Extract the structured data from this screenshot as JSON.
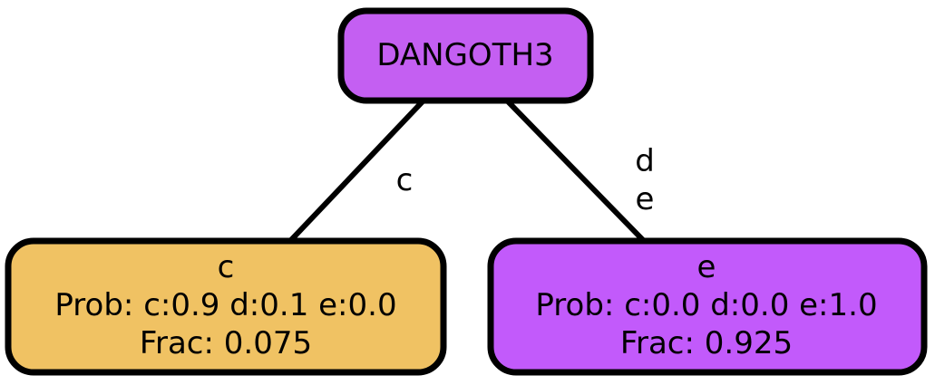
{
  "root": {
    "label": "DANGOTH3",
    "color": "#c45ff2"
  },
  "left_node": {
    "lines": [
      "c",
      "Prob: c:0.9 d:0.1 e:0.0",
      "Frac: 0.075"
    ],
    "color": "#f0c263"
  },
  "right_node": {
    "lines": [
      "e",
      "Prob: c:0.0 d:0.0 e:1.0",
      "Frac: 0.925"
    ],
    "color": "#c25afb"
  },
  "edges": {
    "left": [
      "c"
    ],
    "right": [
      "d",
      "e"
    ]
  }
}
